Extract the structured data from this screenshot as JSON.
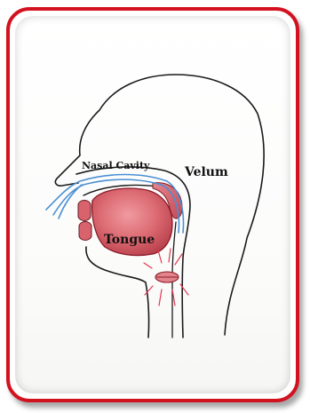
{
  "labels": {
    "nasal_cavity": "Nasal Cavity",
    "velum": "Velum",
    "tongue": "Tongue"
  },
  "colors": {
    "frame_border": "#d2121f",
    "airflow": "#4a8fd4",
    "tongue": "#d9636b",
    "tongue_outline": "#8b1a28",
    "outline": "#1a1a1a"
  }
}
